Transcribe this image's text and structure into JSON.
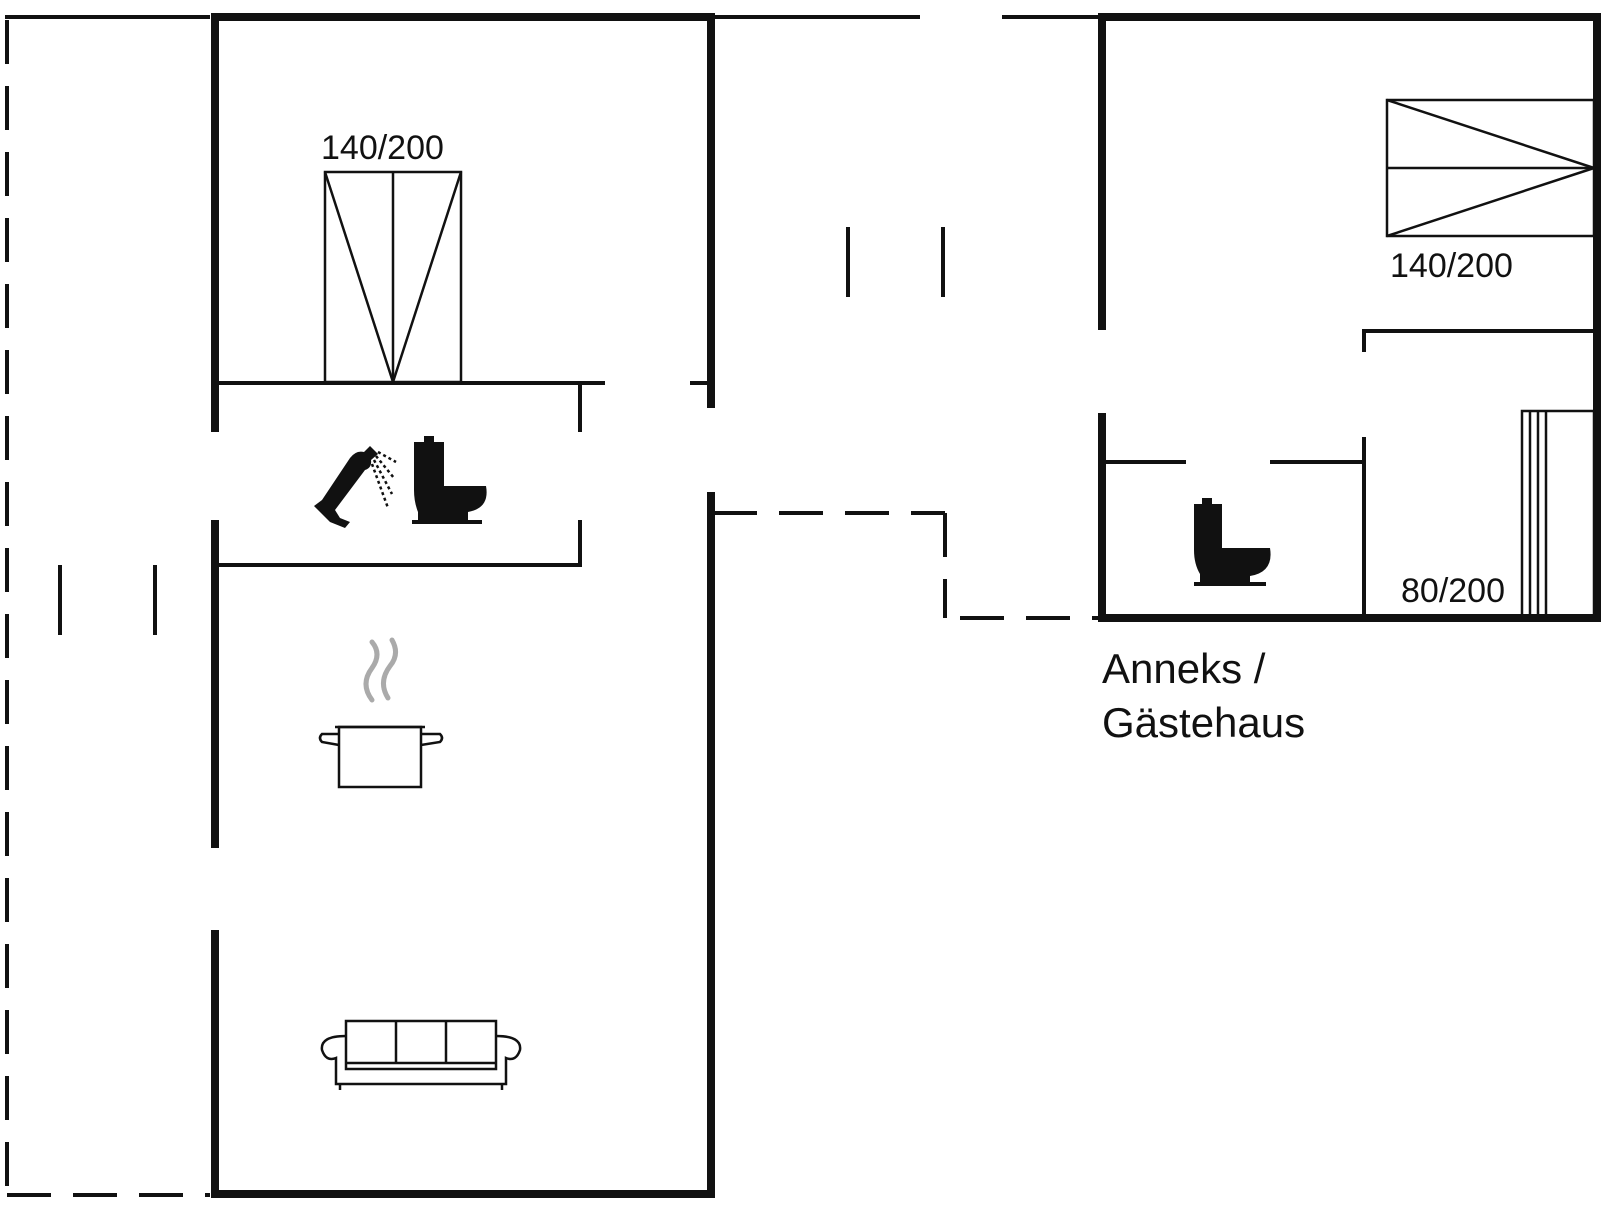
{
  "main_house": {
    "bedroom_bed_size": "140/200"
  },
  "annex": {
    "bed_double_size": "140/200",
    "bed_single_size": "80/200",
    "caption_line1": "Anneks /",
    "caption_line2": "Gästehaus"
  },
  "icons": [
    "shower-icon",
    "toilet-icon",
    "cooking-pot-icon",
    "sofa-icon",
    "toilet-icon"
  ],
  "colors": {
    "ink": "#111111",
    "steam": "#aaaaaa",
    "background": "#ffffff"
  }
}
